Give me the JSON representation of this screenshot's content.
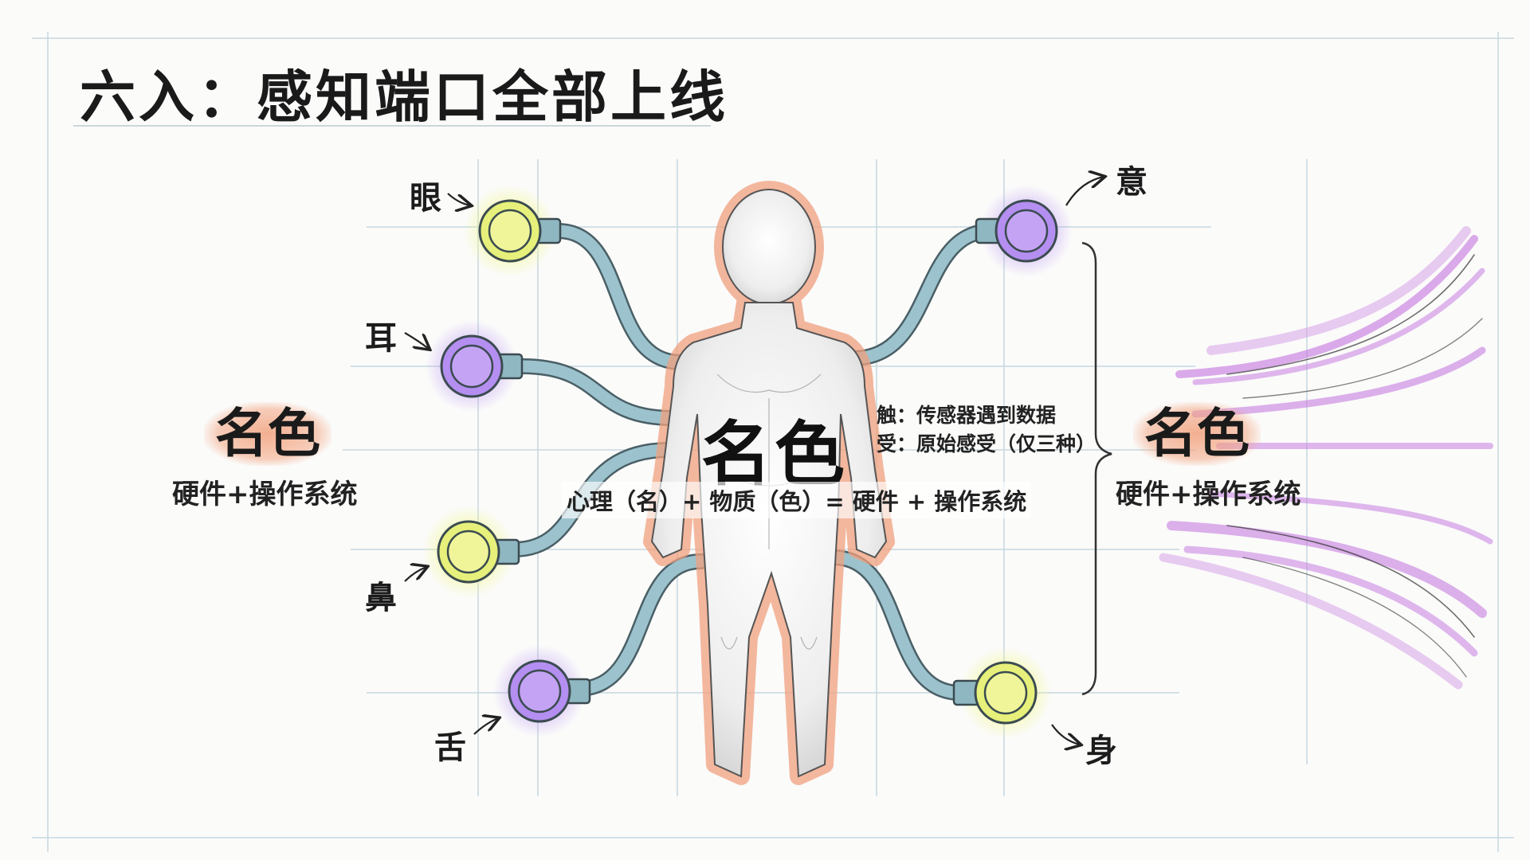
{
  "title": "六入：感知端口全部上线",
  "ports": {
    "eye": "眼",
    "ear": "耳",
    "nose": "鼻",
    "tongue": "舌",
    "mind": "意",
    "body": "身"
  },
  "left_panel": {
    "badge": "名色",
    "subtitle": "硬件+操作系统"
  },
  "center": {
    "label": "名色",
    "formula": "心理（名）+ 物质（色）= 硬件 + 操作系统"
  },
  "notes": {
    "touch": "触：传感器遇到数据",
    "feeling": "受：原始感受（仅三种）"
  },
  "right_panel": {
    "badge": "名色",
    "subtitle": "硬件+操作系统"
  },
  "colors": {
    "sensor_yellow": "#e6f07a",
    "sensor_purple": "#b48ef0",
    "badge_salmon": "#f0a07e",
    "cable": "#8fb7c2",
    "stream_purple": "#c77de0",
    "grid": "#c6d8e0"
  }
}
